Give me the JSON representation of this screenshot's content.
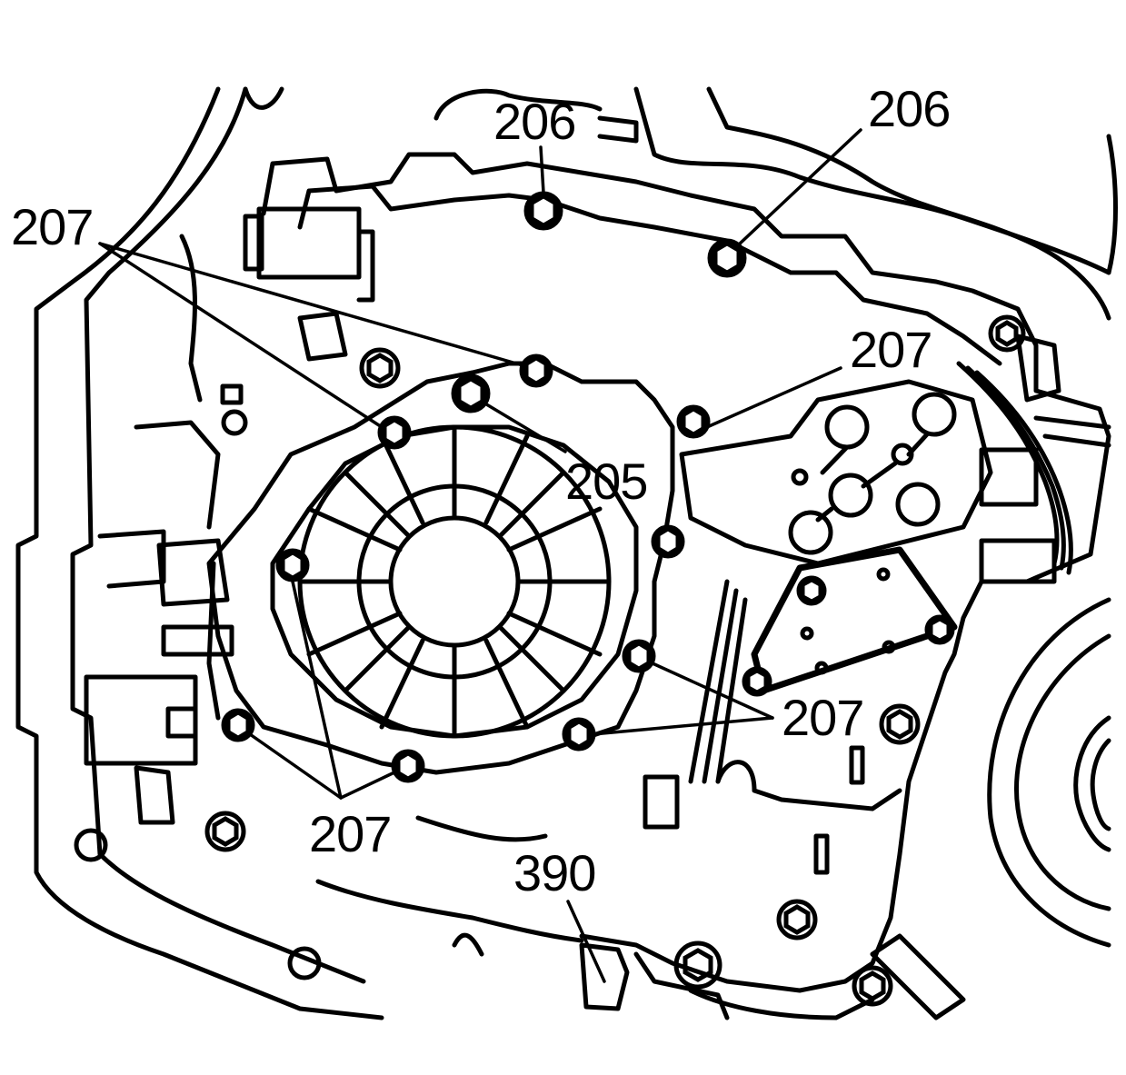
{
  "callouts": {
    "c206_top": "206",
    "c206_right": "206",
    "c207_top_left": "207",
    "c207_right": "207",
    "c205": "205",
    "c207_lower_right": "207",
    "c207_bottom": "207",
    "c390": "390"
  },
  "colors": {
    "line": "#000000",
    "background": "#ffffff"
  }
}
